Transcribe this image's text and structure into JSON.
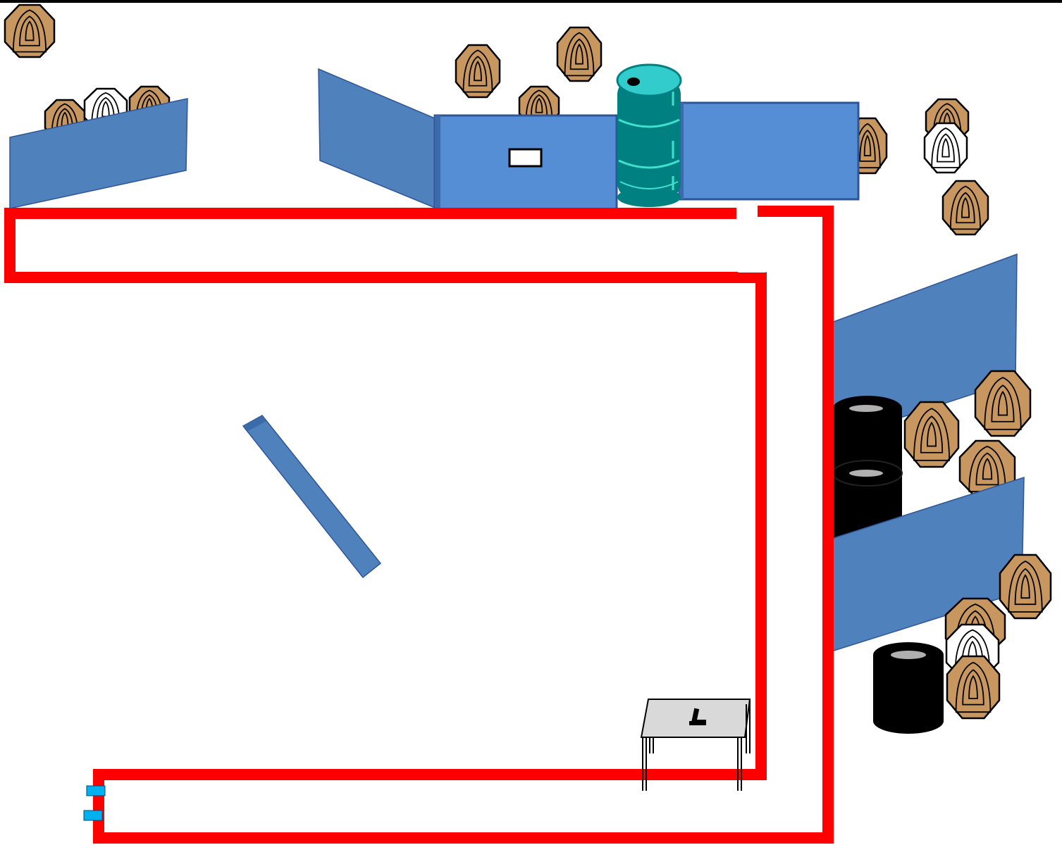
{
  "colors": {
    "fault_line": "#ff0000",
    "wall_fill": "#4f81bd",
    "wall_fill_light": "#558ed5",
    "wall_stroke": "#2f5597",
    "barrel_fill": "#008080",
    "barrel_top": "#33cccc",
    "barrel_rim": "#40e0d0",
    "target_tan": "#c8965f",
    "target_white": "#ffffff",
    "tire_fill": "#000000",
    "tire_hub": "#b0b0b0",
    "table_fill": "#d9d9d9",
    "marker_fill": "#00b0f0",
    "border_top": "#000000"
  },
  "elements": {
    "walls": [
      "left-top-wall",
      "center-left-angled-wall",
      "center-port-wall",
      "center-right-wall",
      "right-upper-wall",
      "right-lower-wall",
      "diagonal-barricade"
    ],
    "port_window": "port-window-icon",
    "barrel": "oil-barrel-icon",
    "tire_stacks": [
      "tire-stack-upper",
      "tire-stack-lower"
    ],
    "table": "start-table-icon",
    "gun": "pistol-icon",
    "start_markers": [
      "start-marker-top",
      "start-marker-bottom"
    ],
    "targets": [
      {
        "color": "tan"
      },
      {
        "color": "tan"
      },
      {
        "color": "white"
      },
      {
        "color": "tan"
      },
      {
        "color": "tan"
      },
      {
        "color": "tan"
      },
      {
        "color": "tan"
      },
      {
        "color": "tan"
      },
      {
        "color": "tan"
      },
      {
        "color": "white"
      },
      {
        "color": "tan"
      },
      {
        "color": "tan"
      },
      {
        "color": "tan"
      },
      {
        "color": "tan"
      },
      {
        "color": "tan"
      },
      {
        "color": "tan"
      },
      {
        "color": "white"
      },
      {
        "color": "tan"
      }
    ]
  }
}
